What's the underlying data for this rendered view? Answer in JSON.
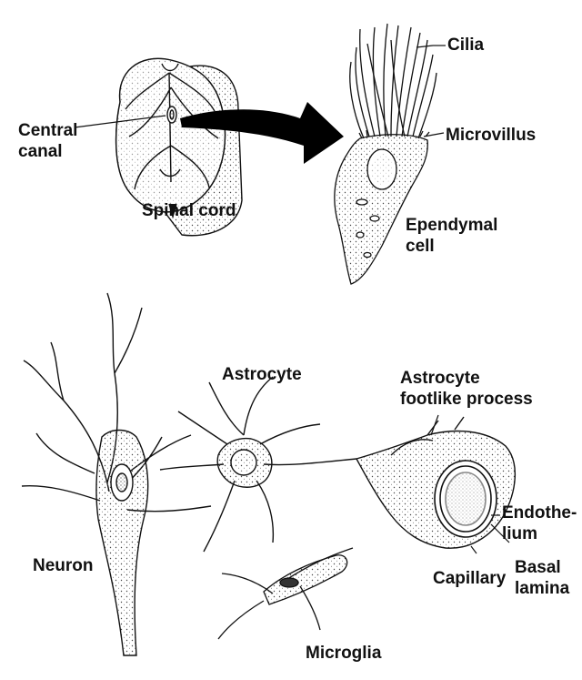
{
  "labels": {
    "central_canal": [
      "Central",
      "canal"
    ],
    "spinal_cord": "Spinal cord",
    "cilia": "Cilia",
    "microvillus": "Microvillus",
    "ependymal_cell": [
      "Ependymal",
      "cell"
    ],
    "astrocyte": "Astrocyte",
    "astrocyte_footlike_process": [
      "Astrocyte",
      "footlike process"
    ],
    "endothelium": [
      "Endothe-",
      "lium"
    ],
    "neuron": "Neuron",
    "capillary": "Capillary",
    "basal_lamina": [
      "Basal",
      "lamina"
    ],
    "microglia": "Microglia"
  },
  "colors": {
    "ink": "#111111",
    "stipple": "#555555",
    "arrow": "#000000",
    "background": "#ffffff"
  }
}
